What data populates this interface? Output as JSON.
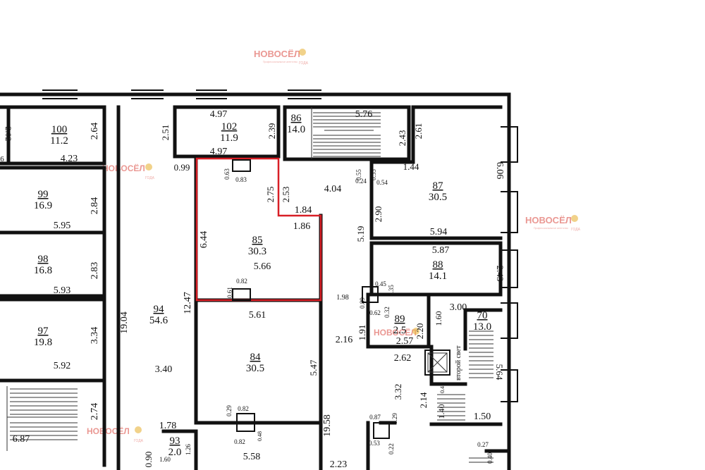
{
  "watermark": {
    "brand": "НОВОСЁЛ",
    "sub_line1": "Профессиональное агентство",
    "sub_line2": "недвижимости",
    "award": "ГОДА"
  },
  "rooms": [
    {
      "key": "r100",
      "number": "100",
      "area": "11.2"
    },
    {
      "key": "r102",
      "number": "102",
      "area": "11.9"
    },
    {
      "key": "r86",
      "number": "86",
      "area": "14.0"
    },
    {
      "key": "r87",
      "number": "87",
      "area": "30.5"
    },
    {
      "key": "r99",
      "number": "99",
      "area": "16.9"
    },
    {
      "key": "r98",
      "number": "98",
      "area": "16.8"
    },
    {
      "key": "r97",
      "number": "97",
      "area": "19.8"
    },
    {
      "key": "r85",
      "number": "85",
      "area": "30.3",
      "selected": true
    },
    {
      "key": "r88",
      "number": "88",
      "area": "14.1"
    },
    {
      "key": "r94",
      "number": "94",
      "area": "54.6"
    },
    {
      "key": "r84",
      "number": "84",
      "area": "30.5"
    },
    {
      "key": "r89",
      "number": "89",
      "area": "2.5"
    },
    {
      "key": "r70",
      "number": "70",
      "area": "13.0"
    },
    {
      "key": "r93",
      "number": "93",
      "area": "2.0"
    }
  ],
  "dimensions": [
    {
      "v": "2.02"
    },
    {
      "v": "2.64"
    },
    {
      "v": "4.23"
    },
    {
      "v": "6"
    },
    {
      "v": "4.97"
    },
    {
      "v": "2.51"
    },
    {
      "v": "2.39"
    },
    {
      "v": "4.97"
    },
    {
      "v": "5.76"
    },
    {
      "v": "2.43"
    },
    {
      "v": "2.61"
    },
    {
      "v": "0.99"
    },
    {
      "v": "0.63"
    },
    {
      "v": "0.83"
    },
    {
      "v": "2.75"
    },
    {
      "v": "2.53"
    },
    {
      "v": "4.04"
    },
    {
      "v": "0.55"
    },
    {
      "v": "0.24"
    },
    {
      "v": "0.55"
    },
    {
      "v": "0.54"
    },
    {
      "v": "1.44"
    },
    {
      "v": "6.06"
    },
    {
      "v": "2.84"
    },
    {
      "v": "2.90"
    },
    {
      "v": "5.95"
    },
    {
      "v": "6.44"
    },
    {
      "v": "1.84"
    },
    {
      "v": "1.86"
    },
    {
      "v": "5.19"
    },
    {
      "v": "5.94"
    },
    {
      "v": "2.83"
    },
    {
      "v": "5.66"
    },
    {
      "v": "5.87"
    },
    {
      "v": "2.43"
    },
    {
      "v": "5.93"
    },
    {
      "v": "0.61"
    },
    {
      "v": "0.82"
    },
    {
      "v": "0.45"
    },
    {
      "v": "0.35"
    },
    {
      "v": "1.98"
    },
    {
      "v": "0.89"
    },
    {
      "v": "19.04"
    },
    {
      "v": "12.47"
    },
    {
      "v": "5.61"
    },
    {
      "v": "0.62"
    },
    {
      "v": "0.32"
    },
    {
      "v": "2.20"
    },
    {
      "v": "1.60"
    },
    {
      "v": "3.00"
    },
    {
      "v": "3.34"
    },
    {
      "v": "2.16"
    },
    {
      "v": "1.91"
    },
    {
      "v": "2.57"
    },
    {
      "v": "5.92"
    },
    {
      "v": "3.40"
    },
    {
      "v": "5.47"
    },
    {
      "v": "2.62"
    },
    {
      "v": "5.64"
    },
    {
      "v": "3.32"
    },
    {
      "v": "0.45"
    },
    {
      "v": "2.14"
    },
    {
      "v": "2.74"
    },
    {
      "v": "1.40"
    },
    {
      "v": "1.50"
    },
    {
      "v": "0.29"
    },
    {
      "v": "0.82"
    },
    {
      "v": "0.87"
    },
    {
      "v": "0.29"
    },
    {
      "v": "1.78"
    },
    {
      "v": "0.48"
    },
    {
      "v": "19.58"
    },
    {
      "v": "6.87"
    },
    {
      "v": "0.82"
    },
    {
      "v": "0.53"
    },
    {
      "v": "0.22"
    },
    {
      "v": "0.27"
    },
    {
      "v": "1.26"
    },
    {
      "v": "1.60"
    },
    {
      "v": "5.58"
    },
    {
      "v": "2.23"
    },
    {
      "v": "0.40"
    },
    {
      "v": "0.90"
    }
  ],
  "labels": {
    "second_light": "второй свет"
  }
}
